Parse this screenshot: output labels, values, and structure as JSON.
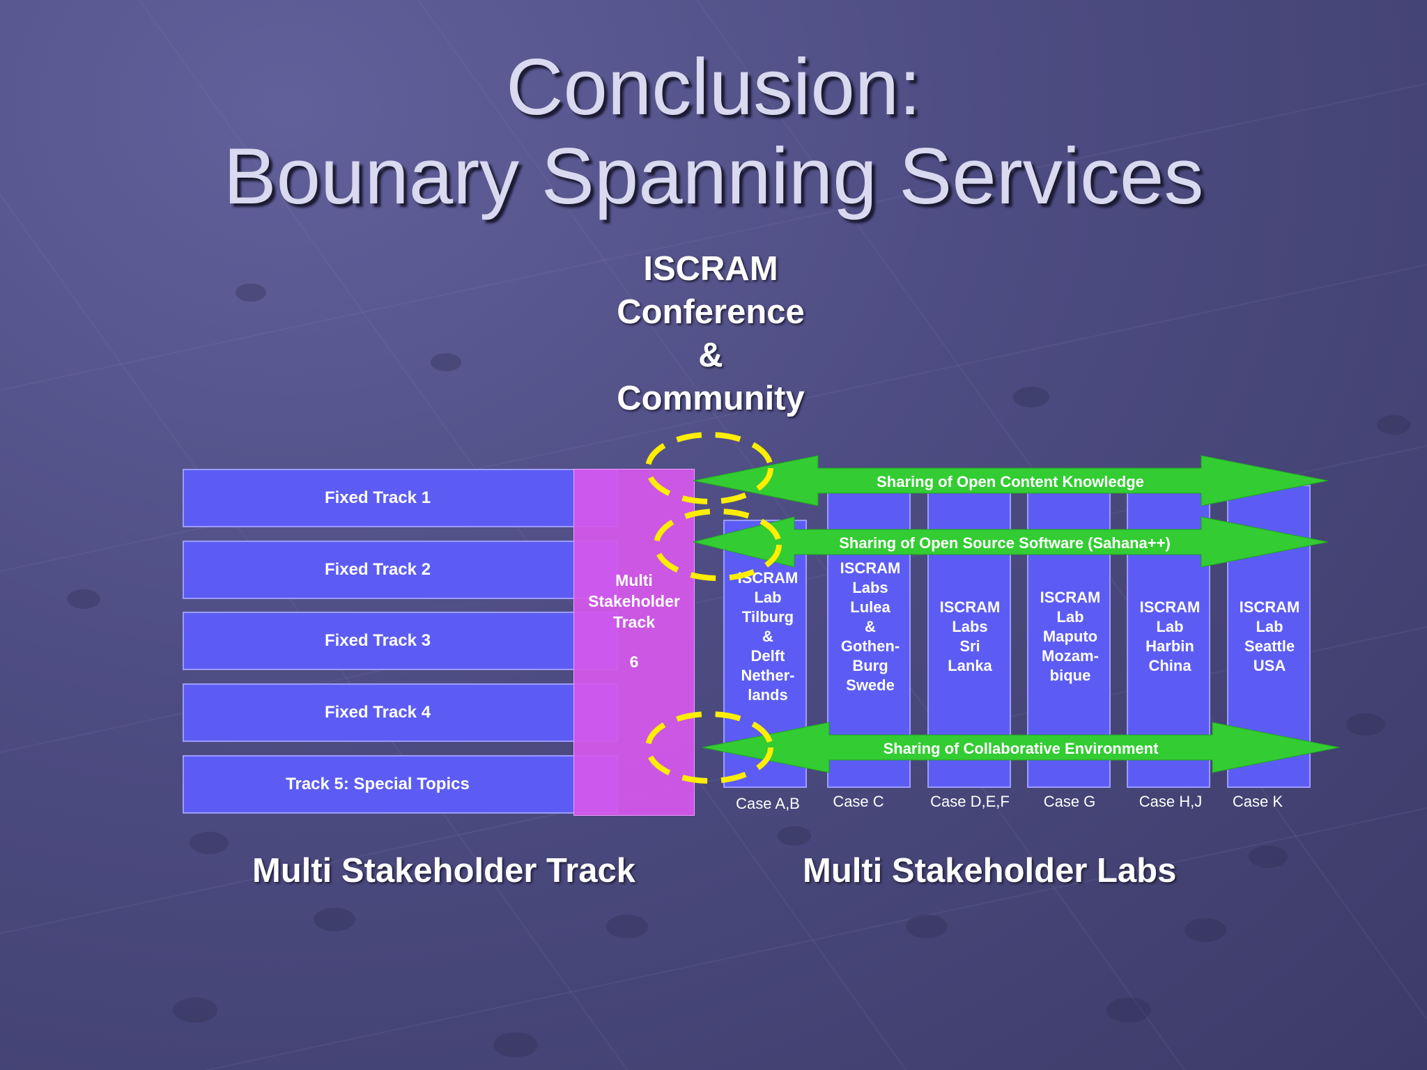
{
  "slide": {
    "title_line1": "Conclusion:",
    "title_line2": "Bounary Spanning Services"
  },
  "heading": {
    "lines": [
      "ISCRAM",
      "Conference",
      "&",
      "Community"
    ]
  },
  "tracks": [
    {
      "label": "Fixed Track 1"
    },
    {
      "label": "Fixed Track 2"
    },
    {
      "label": "Fixed Track 3"
    },
    {
      "label": "Fixed Track 4"
    },
    {
      "label": "Track 5: Special Topics"
    }
  ],
  "multi_track": {
    "label_lines": [
      "Multi",
      "Stakeholder",
      "Track"
    ],
    "number": "6"
  },
  "labs": [
    {
      "lines": [
        "ISCRAM",
        "Lab",
        "Tilburg",
        "&",
        "Delft",
        "Nether-",
        "lands"
      ],
      "case": "Case A,B"
    },
    {
      "lines": [
        "ISCRAM",
        "Labs",
        "Lulea",
        "&",
        "Gothen-",
        "Burg",
        "Swede"
      ],
      "case": "Case C"
    },
    {
      "lines": [
        "ISCRAM",
        "Labs",
        "Sri",
        "Lanka"
      ],
      "case": "Case D,E,F"
    },
    {
      "lines": [
        "ISCRAM",
        "Lab",
        "Maputo",
        "Mozam-",
        "bique"
      ],
      "case": "Case G"
    },
    {
      "lines": [
        "ISCRAM",
        "Lab",
        "Harbin",
        "China"
      ],
      "case": "Case H,J"
    },
    {
      "lines": [
        "ISCRAM",
        "Lab",
        "Seattle",
        "USA"
      ],
      "case": "Case K"
    }
  ],
  "arrows": [
    {
      "label": "Sharing of Open Content Knowledge"
    },
    {
      "label": "Sharing of Open Source Software (Sahana++)"
    },
    {
      "label": "Sharing of Collaborative Environment"
    }
  ],
  "bottom_labels": {
    "left": "Multi Stakeholder Track",
    "right": "Multi Stakeholder Labs"
  },
  "colors": {
    "box_fill": "#5c5cf5",
    "multi_track_fill": "#d658eb",
    "arrow_fill": "#33cc33",
    "dashed_ellipse": "#ffee00"
  }
}
